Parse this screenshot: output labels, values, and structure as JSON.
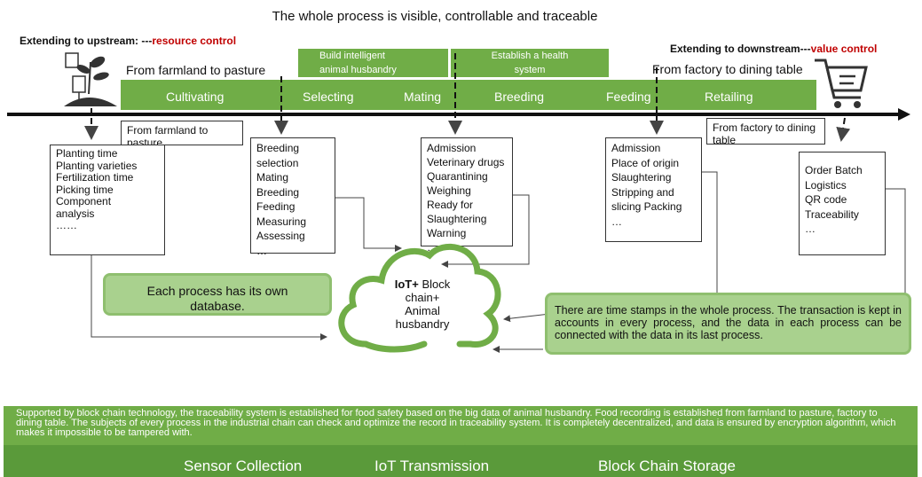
{
  "title": "The whole process is visible, controllable and traceable",
  "upstream": {
    "label": "Extending to upstream: ---",
    "highlight": "resource control"
  },
  "downstream": {
    "label": "Extending to downstream---",
    "highlight": "value control"
  },
  "from_farmland_top": "From farmland to pasture",
  "from_factory_top": "From factory to dining table",
  "top_boxes": [
    {
      "lines": [
        "Build intelligent",
        "animal husbandry"
      ]
    },
    {
      "lines": [
        "Establish a health",
        "system"
      ]
    }
  ],
  "stages": [
    "Cultivating",
    "Selecting",
    "Mating",
    "Breeding",
    "Feeding",
    "Retailing"
  ],
  "from_farmland_box": "From farmland to pasture",
  "from_factory_box": "From factory to dining table",
  "lists": {
    "cultivating": [
      "Planting time",
      "Planting varieties",
      "Fertilization time",
      "Picking time",
      "Component",
      "analysis",
      "……"
    ],
    "selecting": [
      "Breeding",
      "selection",
      "Mating",
      "Breeding",
      "Feeding",
      "Measuring",
      "Assessing",
      "…"
    ],
    "breeding": [
      "Admission",
      "Veterinary drugs",
      "Quarantining",
      "Weighing",
      "Ready for",
      "Slaughtering",
      "Warning",
      "…"
    ],
    "feeding": [
      "Admission",
      "Place of origin",
      "Slaughtering",
      "Stripping and",
      "slicing Packing",
      "…"
    ],
    "retailing": [
      "Order Batch",
      "Logistics",
      "QR code",
      "Traceability",
      "…"
    ]
  },
  "database_note": "Each process has its own database.",
  "cloud": {
    "bold": "IoT+",
    "rest": " Block chain+ Animal husbandry"
  },
  "timestamp_note": "There are time stamps in the whole process. The transaction is kept in accounts in every process, and the data in each process can be connected with the data in its last process.",
  "bottom_text": "Supported by block chain technology, the traceability system is established for food safety based on the big data of animal husbandry. Food recording is established from farmland to pasture, factory to dining table. The subjects of every process in the industrial chain can check and optimize the record in traceability system. It is completely decentralized, and data is ensured by encryption algorithm, which makes it impossible to be tampered with.",
  "bottom_layers": [
    "Sensor Collection",
    "IoT Transmission",
    "Block Chain Storage"
  ],
  "icons": [
    "farm-plant-icon",
    "shopping-cart-icon",
    "cloud-icon"
  ],
  "colors": {
    "green": "#70ad47",
    "light_green": "#a9d18e",
    "red": "#c00000"
  }
}
